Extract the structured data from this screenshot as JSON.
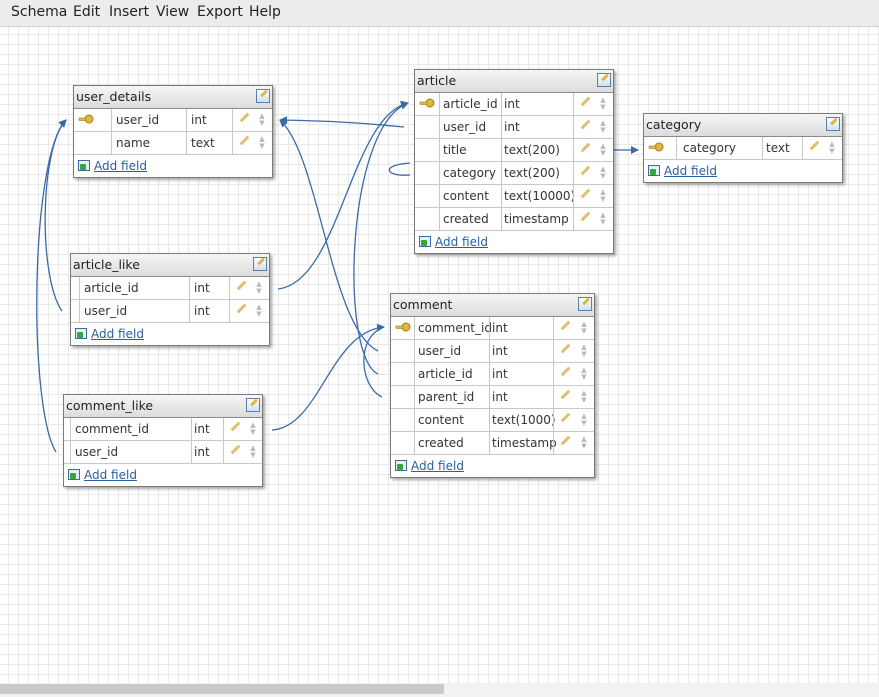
{
  "menu": [
    "Schema",
    "Edit",
    "Insert",
    "View",
    "Export",
    "Help"
  ],
  "add_field_label": "Add field",
  "colors": {
    "link": "#3a6aa6",
    "accent": "#2a5fa0"
  },
  "tables": [
    {
      "name": "user_details",
      "fields": [
        {
          "name": "user_id",
          "type": "int",
          "pk": true
        },
        {
          "name": "name",
          "type": "text",
          "pk": false
        }
      ]
    },
    {
      "name": "article_like",
      "fields": [
        {
          "name": "article_id",
          "type": "int",
          "pk": false
        },
        {
          "name": "user_id",
          "type": "int",
          "pk": false
        }
      ]
    },
    {
      "name": "comment_like",
      "fields": [
        {
          "name": "comment_id",
          "type": "int",
          "pk": false
        },
        {
          "name": "user_id",
          "type": "int",
          "pk": false
        }
      ]
    },
    {
      "name": "article",
      "fields": [
        {
          "name": "article_id",
          "type": "int",
          "pk": true
        },
        {
          "name": "user_id",
          "type": "int",
          "pk": false
        },
        {
          "name": "title",
          "type": "text(200)",
          "pk": false
        },
        {
          "name": "category",
          "type": "text(200)",
          "pk": false
        },
        {
          "name": "content",
          "type": "text(10000)",
          "pk": false
        },
        {
          "name": "created",
          "type": "timestamp",
          "pk": false
        }
      ]
    },
    {
      "name": "category",
      "fields": [
        {
          "name": "category",
          "type": "text",
          "pk": true
        }
      ]
    },
    {
      "name": "comment",
      "fields": [
        {
          "name": "comment_id",
          "type": "int",
          "pk": true
        },
        {
          "name": "user_id",
          "type": "int",
          "pk": false
        },
        {
          "name": "article_id",
          "type": "int",
          "pk": false
        },
        {
          "name": "parent_id",
          "type": "int",
          "pk": false
        },
        {
          "name": "content",
          "type": "text(1000)",
          "pk": false
        },
        {
          "name": "created",
          "type": "timestamp",
          "pk": false
        }
      ]
    }
  ]
}
